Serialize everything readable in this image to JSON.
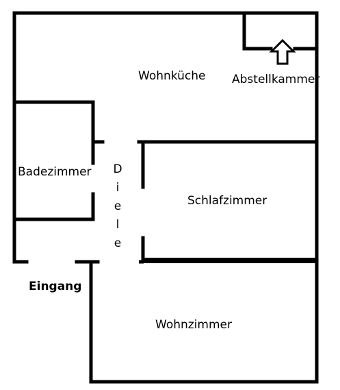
{
  "rooms": {
    "wohnkueche": "Wohnküche",
    "abstellkammer": "Abstellkammer",
    "badezimmer": "Badezimmer",
    "diele": [
      "D",
      "i",
      "e",
      "l",
      "e"
    ],
    "schlafzimmer": "Schlafzimmer",
    "eingang": "Eingang",
    "wohnzimmer": "Wohnzimmer"
  },
  "colors": {
    "wall": "#000000",
    "background": "#ffffff"
  },
  "icons": {
    "entrance_arrow": "up-arrow-icon"
  }
}
